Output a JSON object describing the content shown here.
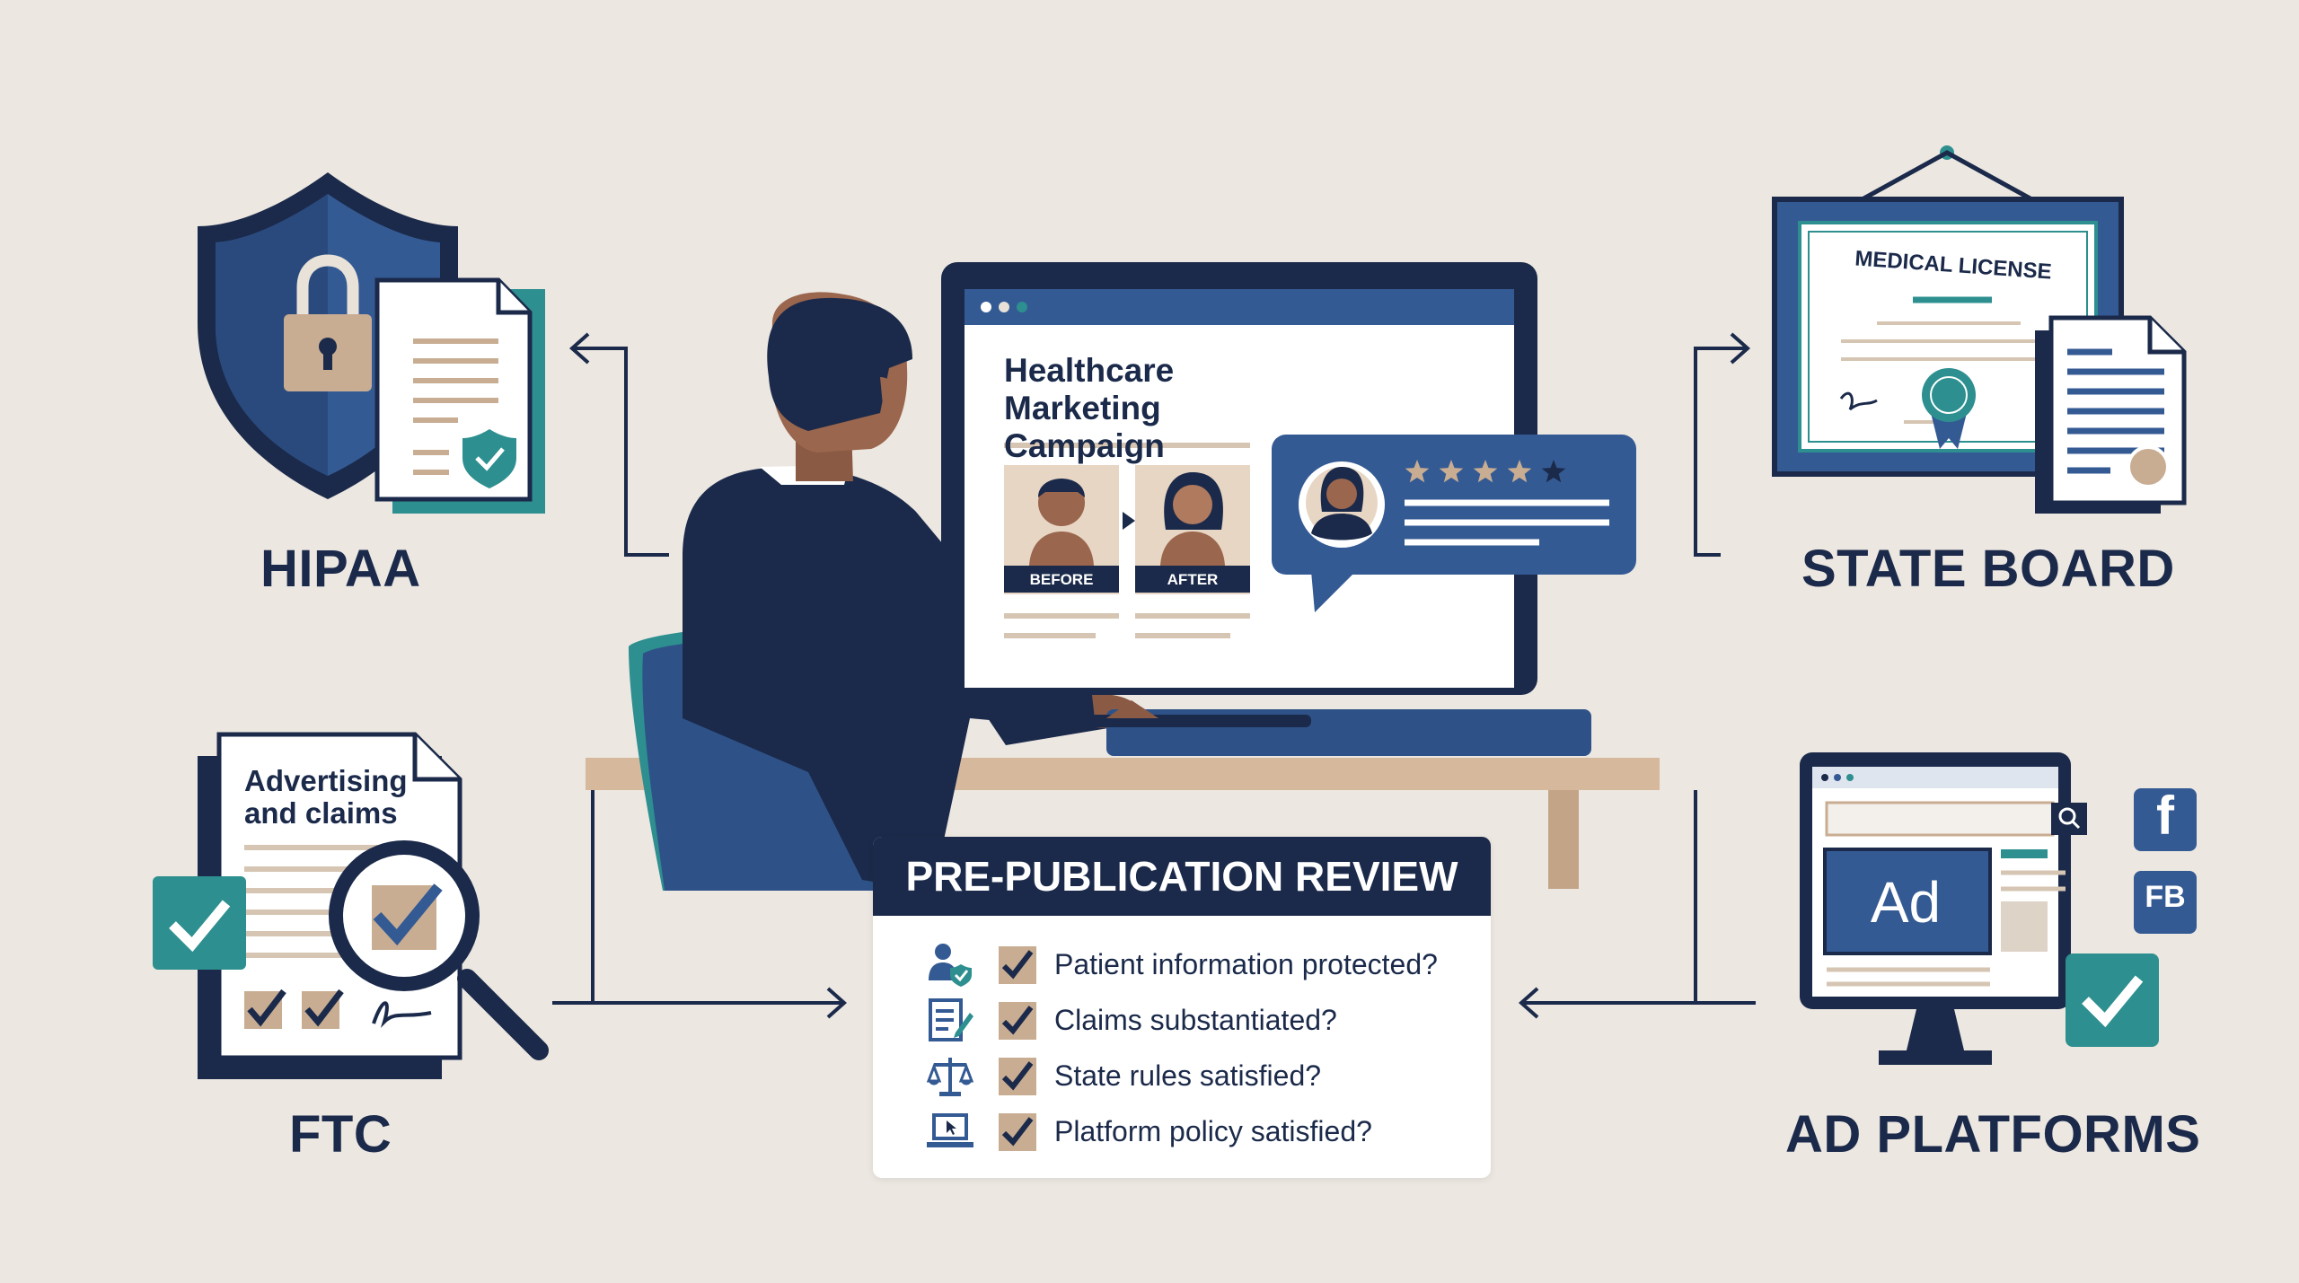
{
  "colors": {
    "background": "#ece7e1",
    "navy": "#1b2a4a",
    "blue": "#345a94",
    "teal": "#2d8f8f",
    "tan": "#c8ad92",
    "desk": "#d6b99c"
  },
  "categories": {
    "hipaa": "HIPAA",
    "state_board": "STATE BOARD",
    "ftc": "FTC",
    "ad_platforms": "AD PLATFORMS"
  },
  "screen": {
    "title": "Healthcare Marketing Campaign",
    "before_label": "BEFORE",
    "after_label": "AFTER",
    "review_stars": 5
  },
  "ftc_document": {
    "title": "Advertising and claims"
  },
  "license": {
    "title": "MEDICAL LICENSE"
  },
  "ad_monitor": {
    "ad_label": "Ad",
    "fb_label": "FB",
    "facebook_glyph": "f"
  },
  "review": {
    "title": "PRE-PUBLICATION REVIEW",
    "items": [
      {
        "icon": "patient-shield-icon",
        "text": "Patient information protected?"
      },
      {
        "icon": "document-pen-icon",
        "text": "Claims substantiated?"
      },
      {
        "icon": "scales-icon",
        "text": "State rules satisfied?"
      },
      {
        "icon": "laptop-cursor-icon",
        "text": "Platform policy satisfied?"
      }
    ]
  }
}
